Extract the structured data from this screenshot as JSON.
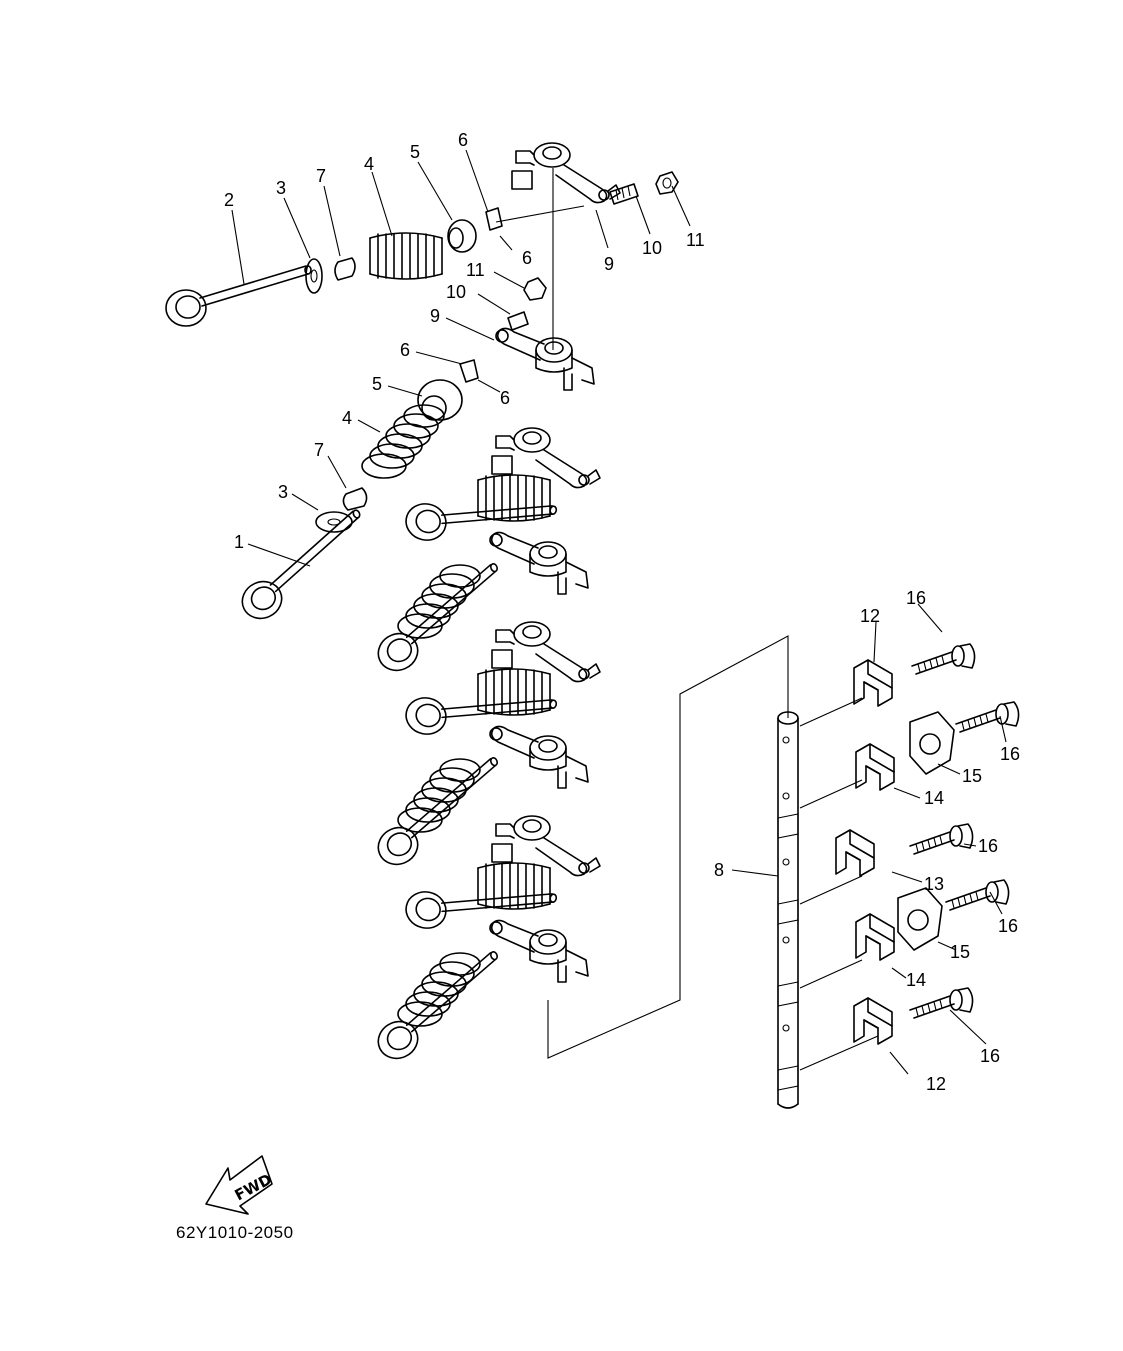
{
  "diagram_code": "62Y1010-2050",
  "fwd_label": "FWD",
  "callouts": {
    "c1": "1",
    "c2": "2",
    "c3a": "3",
    "c3b": "3",
    "c4a": "4",
    "c4b": "4",
    "c5a": "5",
    "c5b": "5",
    "c6a": "6",
    "c6b": "6",
    "c6c": "6",
    "c6d": "6",
    "c7a": "7",
    "c7b": "7",
    "c8": "8",
    "c9a": "9",
    "c9b": "9",
    "c10a": "10",
    "c10b": "10",
    "c11a": "11",
    "c11b": "11",
    "c12a": "12",
    "c12b": "12",
    "c13": "13",
    "c14a": "14",
    "c14b": "14",
    "c15a": "15",
    "c15b": "15",
    "c16a": "16",
    "c16b": "16",
    "c16c": "16",
    "c16d": "16",
    "c16e": "16"
  }
}
